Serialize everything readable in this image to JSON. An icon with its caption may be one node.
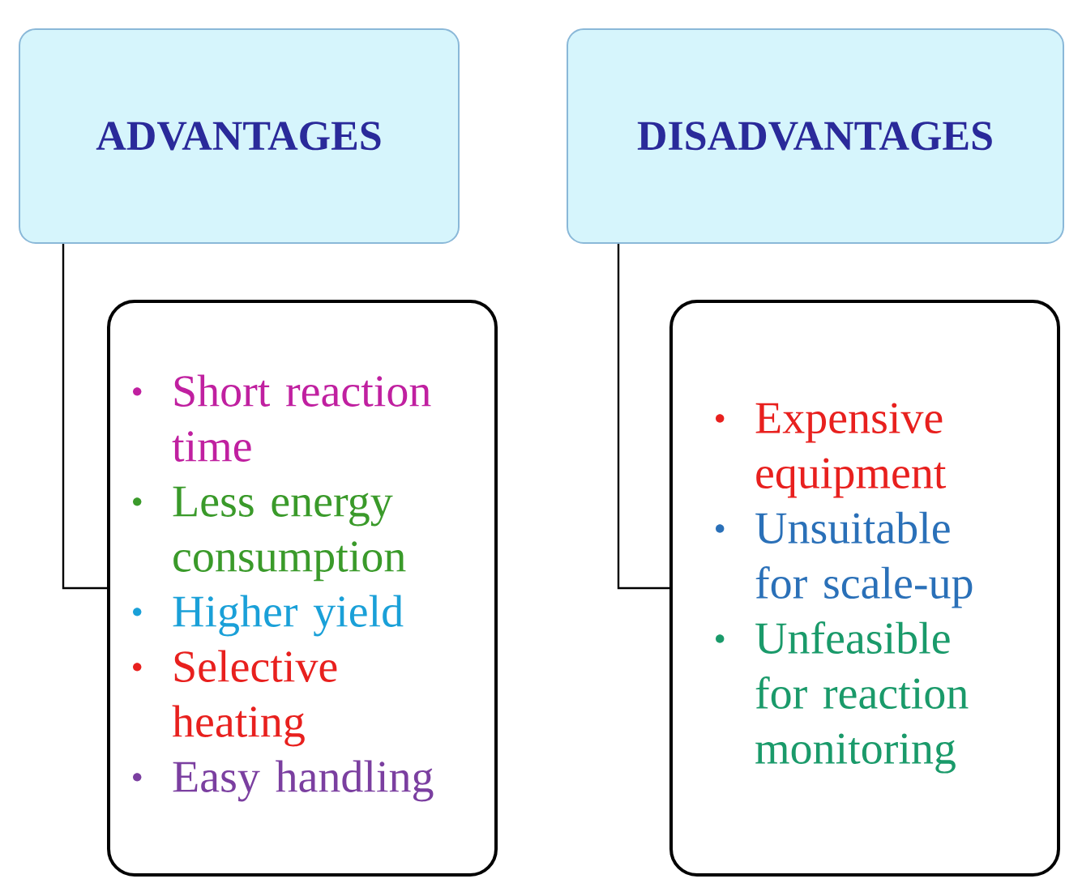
{
  "diagram": {
    "nodes": [
      {
        "text": [
          "ADVANTAGES"
        ]
      },
      {
        "text": [
          "Short reaction time",
          "Less energy consumption",
          "Higher yield",
          "Selective heating",
          "Easy handling"
        ]
      },
      {
        "text": [
          "DISADVANTAGES"
        ]
      },
      {
        "text": [
          "Expensive equipment",
          "Unsuitable for scale-up",
          "Unfeasible for reaction monitoring"
        ]
      }
    ],
    "edges": [
      {
        "from": 0,
        "to": 1,
        "arrow": "none"
      },
      {
        "from": 2,
        "to": 3,
        "arrow": "none"
      }
    ]
  }
}
